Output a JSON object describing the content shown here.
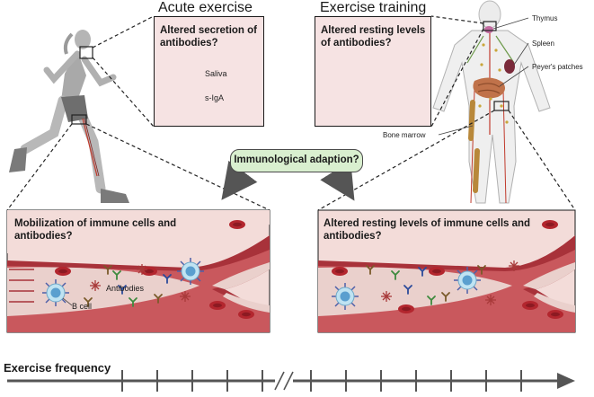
{
  "headings": {
    "acute": "Acute exercise",
    "training": "Exercise training"
  },
  "boxes": {
    "acute_question": "Altered secretion of antibodies?",
    "training_question": "Altered resting levels  of  antibodies?",
    "mobilization": "Mobilization of immune cells and antibodies?",
    "resting": "Altered resting levels of immune cells and antibodies?"
  },
  "tube_labels": {
    "saliva": "Saliva",
    "siga": "s-IgA"
  },
  "organ_labels": {
    "thymus": "Thymus",
    "spleen": "Spleen",
    "peyers": "Peyer's patches",
    "bone_marrow": "Bone marrow"
  },
  "vessel_labels": {
    "antibodies": "Antibodies",
    "b_cell": "B cell"
  },
  "center": {
    "bubble": "Immunological adaption?"
  },
  "axis": {
    "label": "Exercise frequency"
  },
  "colors": {
    "box_fill": "#f6e3e3",
    "vessel_wall": "#a8323a",
    "vessel_lumen": "#e9c4c0",
    "bubble_fill": "#d9efcf",
    "axis": "#555555"
  },
  "icons": [
    "runner-figure",
    "human-body-figure",
    "test-tube-icon",
    "blood-vessel",
    "red-blood-cell",
    "immune-cell",
    "antibody-icon"
  ]
}
